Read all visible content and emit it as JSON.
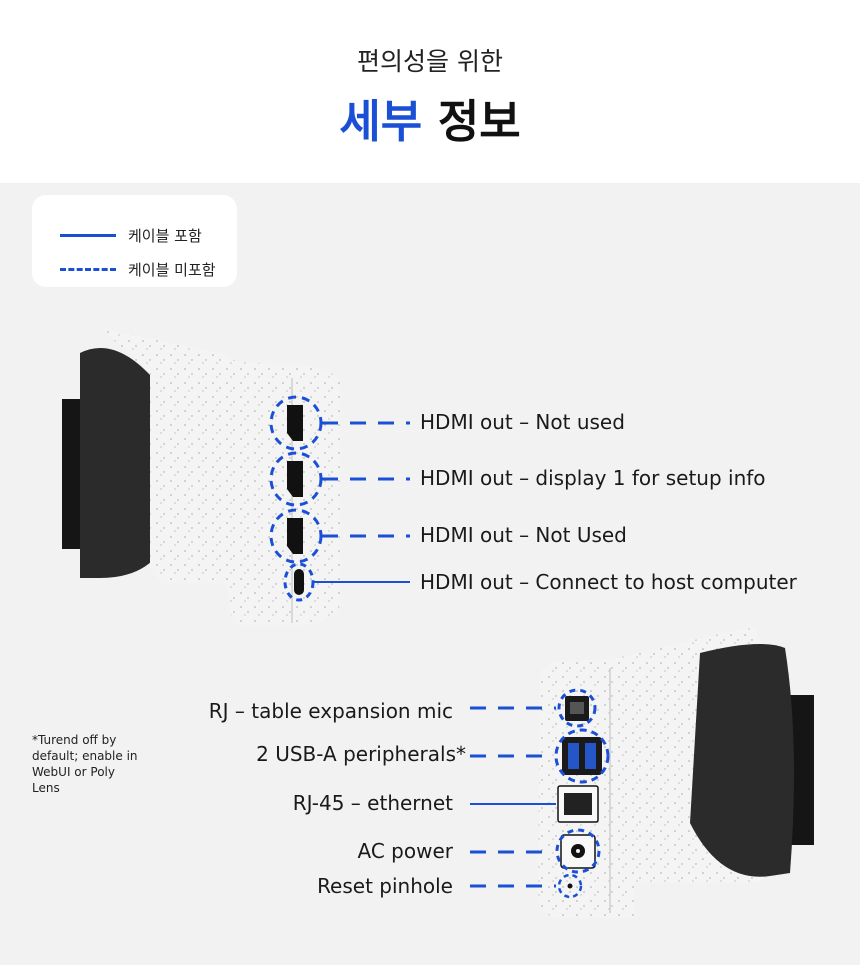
{
  "header": {
    "subtitle": "편의성을 위한",
    "title_accent": "세부",
    "title_rest": "정보"
  },
  "legend": {
    "solid_label": "케이블 포함",
    "dashed_label": "케이블 미포함"
  },
  "top_ports": [
    {
      "label": "HDMI out – Not used",
      "line": "dashed"
    },
    {
      "label": "HDMI out – display 1 for setup info",
      "line": "dashed"
    },
    {
      "label": "HDMI out – Not Used",
      "line": "dashed"
    },
    {
      "label": "HDMI out – Connect to host computer",
      "line": "solid"
    }
  ],
  "bottom_ports": [
    {
      "label": "RJ – table expansion mic",
      "line": "dashed"
    },
    {
      "label": "2 USB-A peripherals*",
      "line": "dashed"
    },
    {
      "label": "RJ-45 – ethernet",
      "line": "solid"
    },
    {
      "label": "AC power",
      "line": "dashed"
    },
    {
      "label": "Reset pinhole",
      "line": "dashed"
    }
  ],
  "footnote": "*Turend off by default; enable in WebUI or Poly Lens",
  "colors": {
    "accent": "#1a4fd6",
    "panel_bg": "#f2f2f2",
    "device_body": "#f4f4f4",
    "hood": "#2a2a2a"
  }
}
